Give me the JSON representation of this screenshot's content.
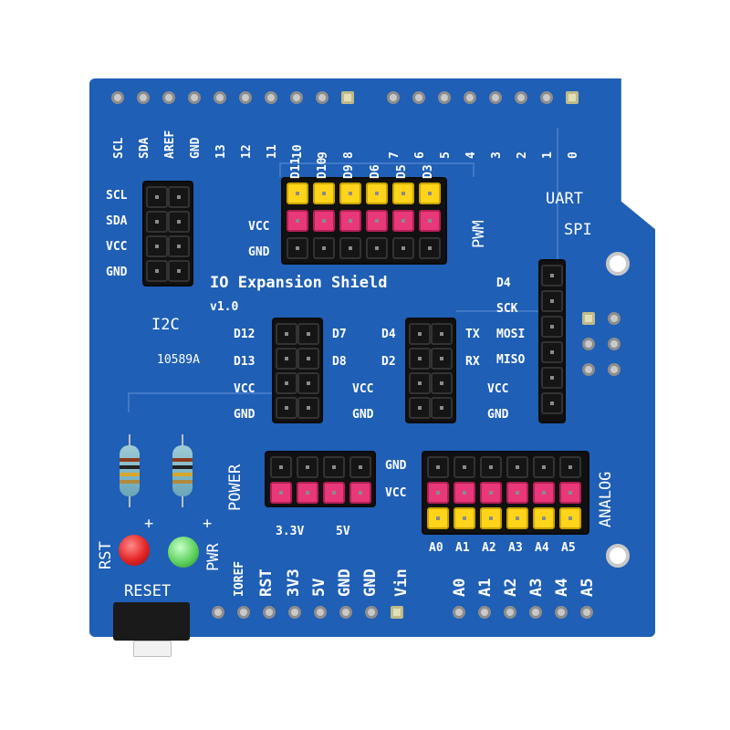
{
  "top_header_labels": [
    "SCL",
    "SDA",
    "AREF",
    "GND",
    "13",
    "12",
    "11",
    "10",
    "9",
    "8",
    "7",
    "6",
    "5",
    "4",
    "3",
    "2",
    "1",
    "0"
  ],
  "pwm_pin_labels": [
    "D11",
    "D10",
    "D9",
    "D6",
    "D5",
    "D3"
  ],
  "pwm_label": "PWM",
  "pwm_row_labels": {
    "vcc": "VCC",
    "gnd": "GND"
  },
  "i2c_labels": [
    "SCL",
    "SDA",
    "VCC",
    "GND"
  ],
  "i2c_title": "I2C",
  "board_title": "IO Expansion Shield",
  "board_version": "v1.0",
  "board_code": "10589A",
  "mid_left_labels": {
    "d12": "D12",
    "d13": "D13",
    "vcc": "VCC",
    "gnd": "GND",
    "d7": "D7",
    "d8": "D8"
  },
  "mid_right_labels": {
    "vcc": "VCC",
    "gnd": "GND",
    "d4": "D4",
    "d2": "D2"
  },
  "uart_title": "UART",
  "uart_labels": {
    "tx": "TX",
    "rx": "RX",
    "vcc": "VCC",
    "gnd": "GND"
  },
  "spi_title": "SPI",
  "spi_labels": [
    "D4",
    "SCK",
    "MOSI",
    "MISO"
  ],
  "power_title": "POWER",
  "power_labels": {
    "gnd": "GND",
    "vcc": "VCC",
    "v33": "3.3V",
    "v5": "5V"
  },
  "analog_title": "ANALOG",
  "analog_pin_labels": [
    "A0",
    "A1",
    "A2",
    "A3",
    "A4",
    "A5"
  ],
  "led_labels": {
    "rst": "RST",
    "pwr": "PWR",
    "plus": "+"
  },
  "reset_label": "RESET",
  "bottom_header_labels": [
    "IOREF",
    "RST",
    "3V3",
    "5V",
    "GND",
    "GND",
    "Vin",
    "A0",
    "A1",
    "A2",
    "A3",
    "A4",
    "A5"
  ],
  "colors": {
    "board": "#1f5fb5",
    "signal": "#ffd41a",
    "power": "#e8387a",
    "ground": "#151515",
    "led_red": "#e32424",
    "led_green": "#5fd35f"
  }
}
